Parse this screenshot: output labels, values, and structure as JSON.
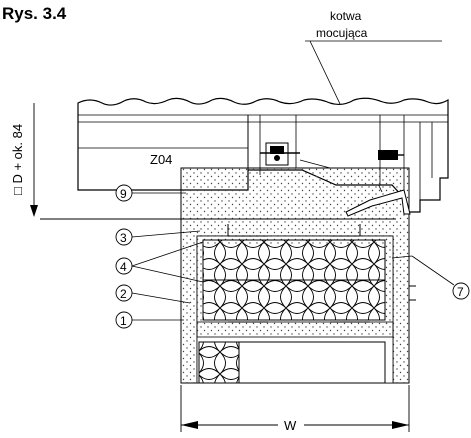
{
  "figure": {
    "title": "Rys. 3.4",
    "anchor_label_line1": "kotwa",
    "anchor_label_line2": "mocująca",
    "dimension_vertical": "□ D + ok. 84",
    "dimension_width": "W",
    "element_code": "Z04",
    "callouts": {
      "c9": "9",
      "c3": "3",
      "c4": "4",
      "c2": "2",
      "c1": "1",
      "c7": "7"
    }
  }
}
